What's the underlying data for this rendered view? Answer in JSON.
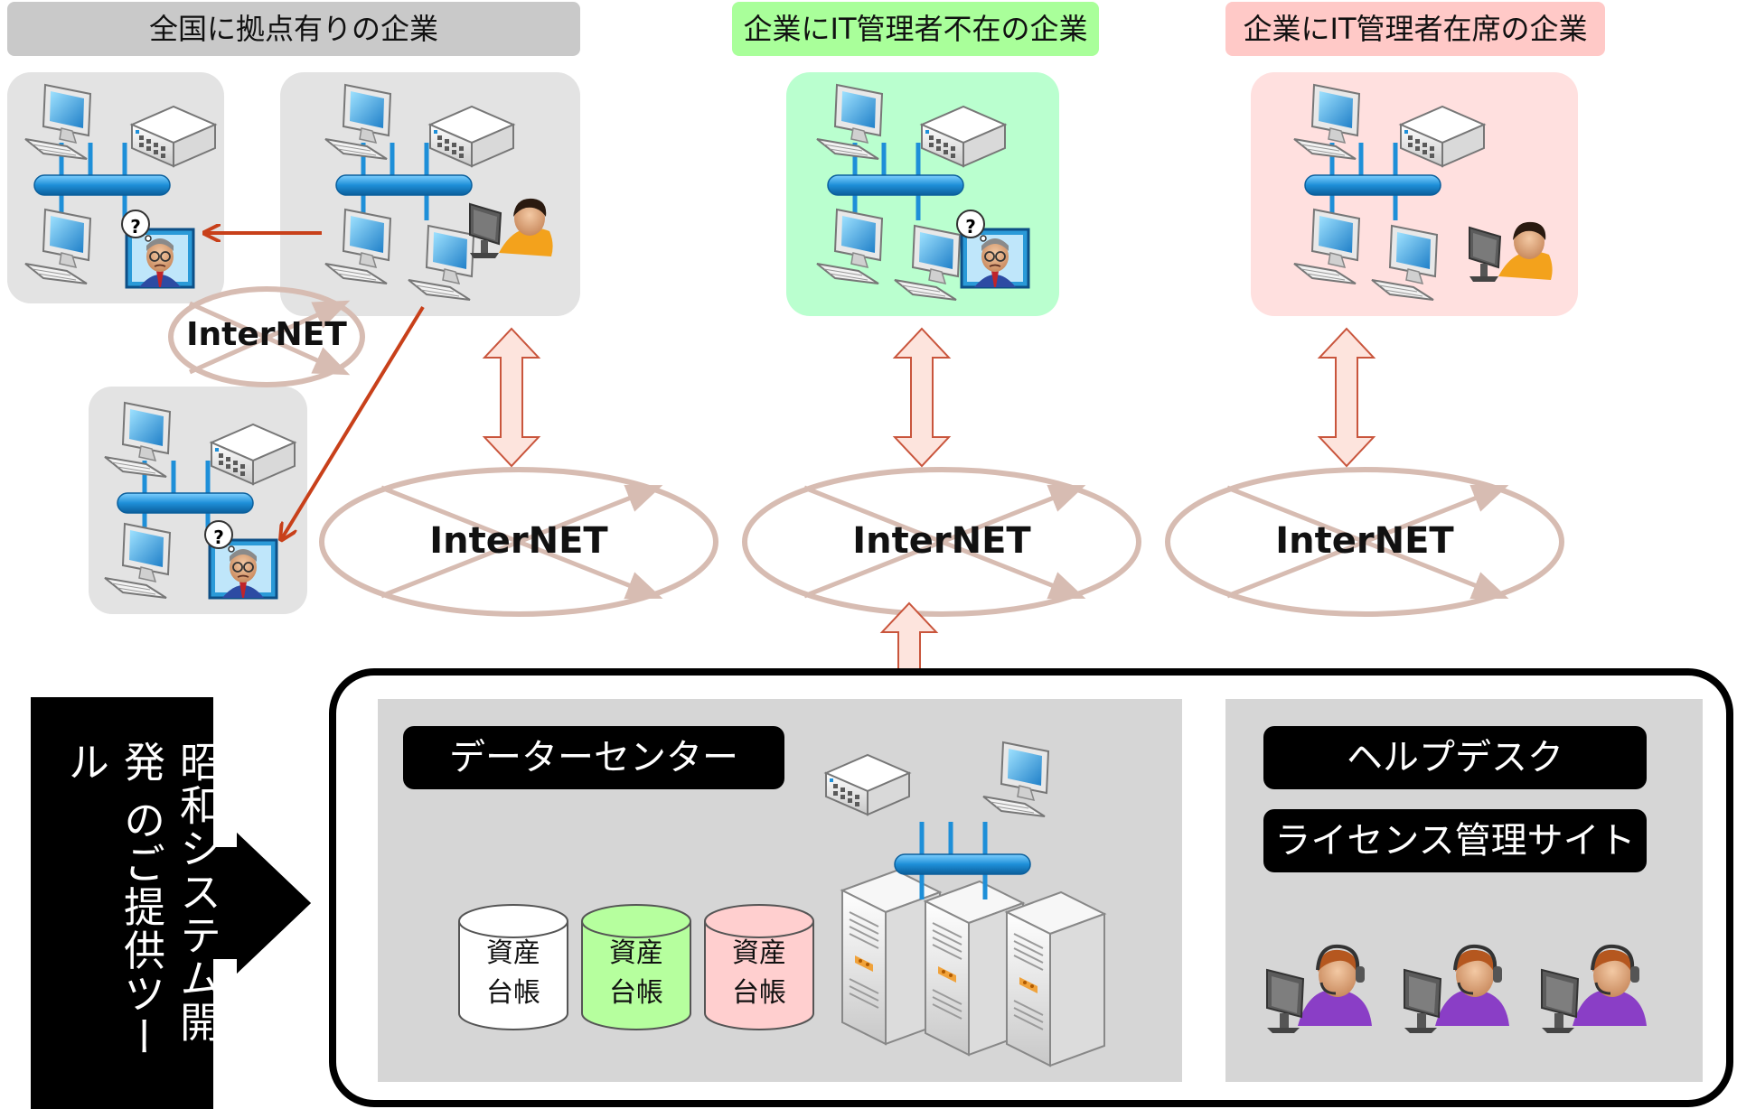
{
  "headers": {
    "multi_site": "全国に拠点有りの企業",
    "no_it_admin": "企業にIT管理者不在の企業",
    "it_admin": "企業にIT管理者在席の企業"
  },
  "internet_label": "InterNET",
  "side_label": {
    "line1": "昭和システム開発",
    "line2": "のご提供ツール"
  },
  "datacenter": {
    "title": "データーセンター",
    "ledgers": [
      {
        "line1": "資産",
        "line2": "台帳",
        "color": "#ffffff"
      },
      {
        "line1": "資産",
        "line2": "台帳",
        "color": "#b6ff9e"
      },
      {
        "line1": "資産",
        "line2": "台帳",
        "color": "#ffcfcf"
      }
    ]
  },
  "helpdesk": {
    "title": "ヘルプデスク",
    "subtitle": "ライセンス管理サイト"
  },
  "icons": {
    "question": "?"
  },
  "colors": {
    "gray_box": "#e3e3e3",
    "green_box": "#baffcf",
    "pink_box": "#ffe0df",
    "arrow_fill": "#fde4dd",
    "arrow_stroke": "#c9553c",
    "ellipse": "#d7bcb2",
    "red_arrow": "#c8401a"
  }
}
